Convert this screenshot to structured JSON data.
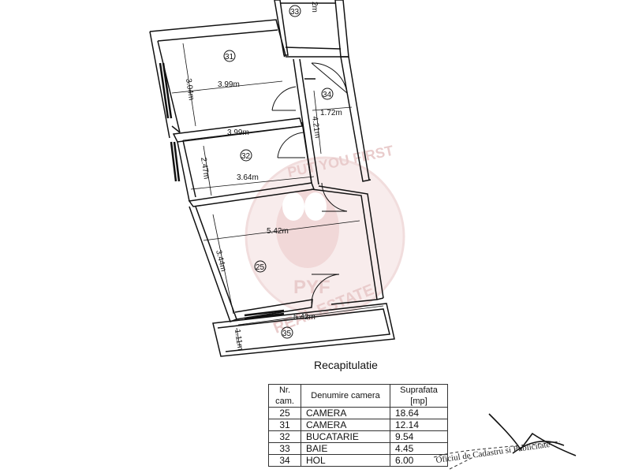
{
  "rooms": [
    {
      "number": "31",
      "dims": [
        "3.04m",
        "3.99m"
      ]
    },
    {
      "number": "32",
      "dims": [
        "3.99m",
        "2.47m",
        "3.64m"
      ]
    },
    {
      "number": "33",
      "dims": [
        "2m"
      ]
    },
    {
      "number": "34",
      "dims": [
        "4.21m",
        "1.72m"
      ]
    },
    {
      "number": "25",
      "dims": [
        "5.42m",
        "3.44m"
      ]
    },
    {
      "number": "35",
      "dims": [
        "5.42m",
        "1.11m"
      ]
    }
  ],
  "watermark": {
    "top": "PUT YOU FIRST",
    "logo": "PYF",
    "bottom": "REAL ESTATE"
  },
  "recap": {
    "title": "Recapitulatie",
    "headers": [
      "Nr. cam.",
      "Denumire camera",
      "Suprafata [mp]"
    ],
    "rows": [
      {
        "nr": "25",
        "name": "CAMERA",
        "area": "18.64"
      },
      {
        "nr": "31",
        "name": "CAMERA",
        "area": "12.14"
      },
      {
        "nr": "32",
        "name": "BUCATARIE",
        "area": "9.54"
      },
      {
        "nr": "33",
        "name": "BAIE",
        "area": "4.45"
      },
      {
        "nr": "34",
        "name": "HOL",
        "area": "6.00"
      }
    ]
  },
  "stamp": {
    "text": "Oficiul de Cadastru si Publicitate"
  },
  "colors": {
    "wall": "#111111",
    "watermark": "#d8a3a3",
    "paper": "#ffffff"
  }
}
